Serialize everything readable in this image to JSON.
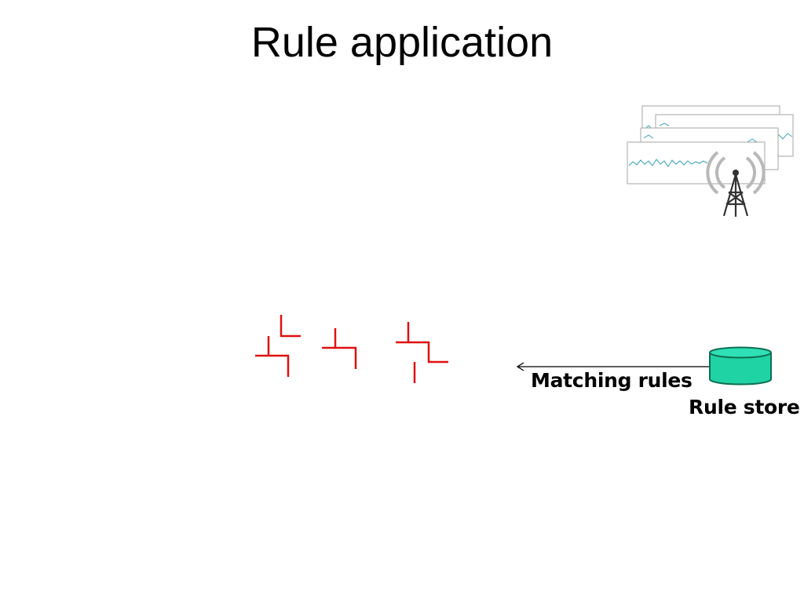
{
  "slide": {
    "title": "Rule application"
  },
  "labels": {
    "matching_rules": "Matching rules",
    "rule_store": "Rule store"
  },
  "colors": {
    "rule_glyph": "#e01010",
    "signal_wave": "#3fa7b8",
    "database_fill": "#1fd3a5",
    "database_stroke": "#0f6e52",
    "antenna": "#333333",
    "antenna_waves": "#b8b8b8",
    "arrow": "#000000"
  },
  "icons": {
    "sensor_tower": "radio-tower-icon",
    "database": "database-cylinder-icon",
    "arrow": "arrow-left-icon"
  }
}
